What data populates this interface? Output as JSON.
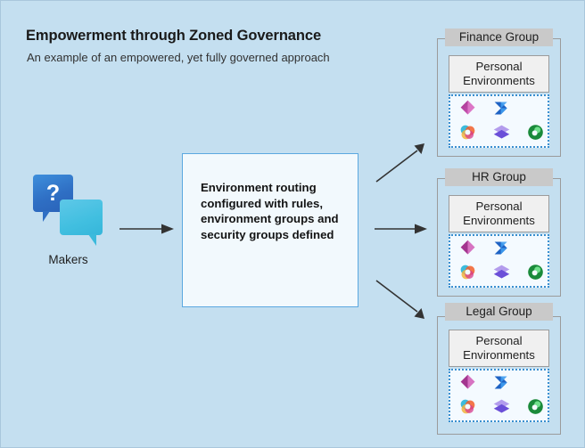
{
  "header": {
    "title": "Empowerment through Zoned Governance",
    "subtitle": "An example of an empowered, yet fully governed approach"
  },
  "colors": {
    "background": "#c4dff0",
    "center_box_bg": "#f2f9fd",
    "center_box_border": "#5ba8e0",
    "group_label_bg": "#c9c9c9",
    "group_border": "#9b9b9b",
    "personal_env_bg": "#f0f0f0",
    "icon_zone_bg": "#f4faff",
    "icon_zone_border": "#3a8fd0",
    "maker_bubble_primary": "#2f6fc4",
    "maker_bubble_secondary": "#41bfe0",
    "arrow": "#333333"
  },
  "makers": {
    "label": "Makers",
    "question_glyph": "?"
  },
  "center_box": {
    "text": "Environment routing configured with rules, environment groups and security groups defined"
  },
  "arrows": [
    {
      "name": "arrow-to-finance",
      "direction": "up-right"
    },
    {
      "name": "arrow-to-hr",
      "direction": "right"
    },
    {
      "name": "arrow-to-legal",
      "direction": "down-right"
    },
    {
      "name": "arrow-makers-to-box",
      "direction": "right"
    }
  ],
  "groups": [
    {
      "label": "Finance Group",
      "personal_environments": "Personal Environments",
      "icons": [
        {
          "name": "power-apps-icon",
          "label": "Power Apps"
        },
        {
          "name": "power-automate-icon",
          "label": "Power Automate"
        },
        {
          "name": "copilot-icon",
          "label": "Copilot"
        },
        {
          "name": "power-pages-icon",
          "label": "Power Pages"
        },
        {
          "name": "dataverse-icon",
          "label": "Dataverse"
        }
      ]
    },
    {
      "label": "HR Group",
      "personal_environments": "Personal Environments",
      "icons": [
        {
          "name": "power-apps-icon",
          "label": "Power Apps"
        },
        {
          "name": "power-automate-icon",
          "label": "Power Automate"
        },
        {
          "name": "copilot-icon",
          "label": "Copilot"
        },
        {
          "name": "power-pages-icon",
          "label": "Power Pages"
        },
        {
          "name": "dataverse-icon",
          "label": "Dataverse"
        }
      ]
    },
    {
      "label": "Legal Group",
      "personal_environments": "Personal Environments",
      "icons": [
        {
          "name": "power-apps-icon",
          "label": "Power Apps"
        },
        {
          "name": "power-automate-icon",
          "label": "Power Automate"
        },
        {
          "name": "copilot-icon",
          "label": "Copilot"
        },
        {
          "name": "power-pages-icon",
          "label": "Power Pages"
        },
        {
          "name": "dataverse-icon",
          "label": "Dataverse"
        }
      ]
    }
  ]
}
